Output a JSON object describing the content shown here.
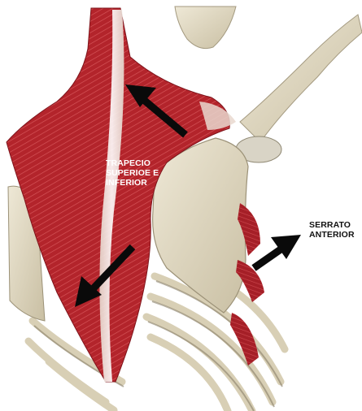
{
  "labels": {
    "trapezius": [
      "TRAPECIO",
      "SUPERIOE E",
      "INFERIOR"
    ],
    "serratus": [
      "SERRATO",
      "ANTERIOR"
    ]
  },
  "colors": {
    "background": "#ffffff",
    "muscle": "#b3242b",
    "bone": "#e3dcc6",
    "arrow": "#0a0a0a",
    "label_on_muscle": "#ffffff",
    "label_on_background": "#111111"
  },
  "arrows": [
    {
      "name": "trapezius-superior-arrow",
      "points_toward": "up-left"
    },
    {
      "name": "trapezius-inferior-arrow",
      "points_toward": "down-left"
    },
    {
      "name": "serratus-anterior-arrow",
      "points_toward": "up-right"
    }
  ]
}
